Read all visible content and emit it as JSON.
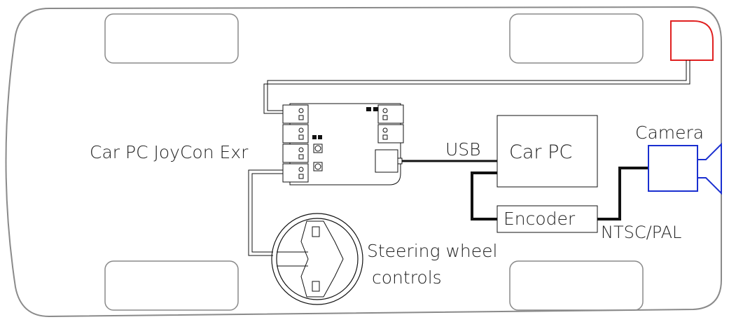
{
  "labels": {
    "joycon": "Car PC JoyCon Exr",
    "car_pc": "Car PC",
    "usb": "USB",
    "camera": "Camera",
    "encoder": "Encoder",
    "video_standard": "NTSC/PAL",
    "steering_line1": "Steering wheel",
    "steering_line2": "controls"
  },
  "colors": {
    "car_outline": "#8a8a8a",
    "sensor": "#e02020",
    "camera": "#1a2fd0",
    "wire": "#111111"
  }
}
